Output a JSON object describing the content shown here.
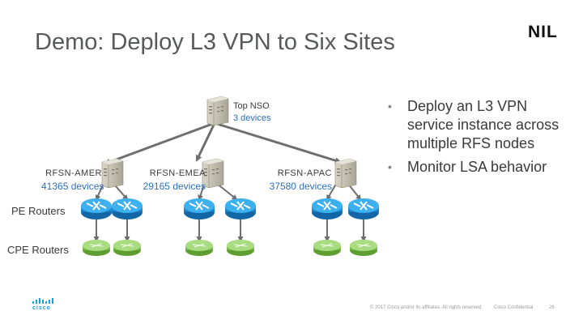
{
  "slide": {
    "title": "Demo: Deploy L3 VPN to Six Sites",
    "logo_text": "NIL",
    "brand_text": "cisco"
  },
  "topology": {
    "top": {
      "name": "Top NSO",
      "count": "3 devices"
    },
    "rfs": [
      {
        "name": "RFSN-AMER",
        "count": "41365 devices"
      },
      {
        "name": "RFSN-EMEA",
        "count": "29165 devices"
      },
      {
        "name": "RFSN-APAC",
        "count": "37580 devices"
      }
    ],
    "pe_label": "PE Routers",
    "cpe_label": "CPE Routers"
  },
  "bullets": [
    "Deploy an L3 VPN service instance across multiple RFS nodes",
    "Monitor LSA behavior"
  ],
  "footer": {
    "copyright": "© 2017  Cisco and/or its affiliates. All rights reserved.",
    "confidential": "Cisco Confidential",
    "page": "26"
  },
  "colors": {
    "router_blue": "#1f8fd6",
    "cpe_green": "#7cc243",
    "count_blue": "#2e6fc2",
    "title_gray": "#58595b"
  }
}
